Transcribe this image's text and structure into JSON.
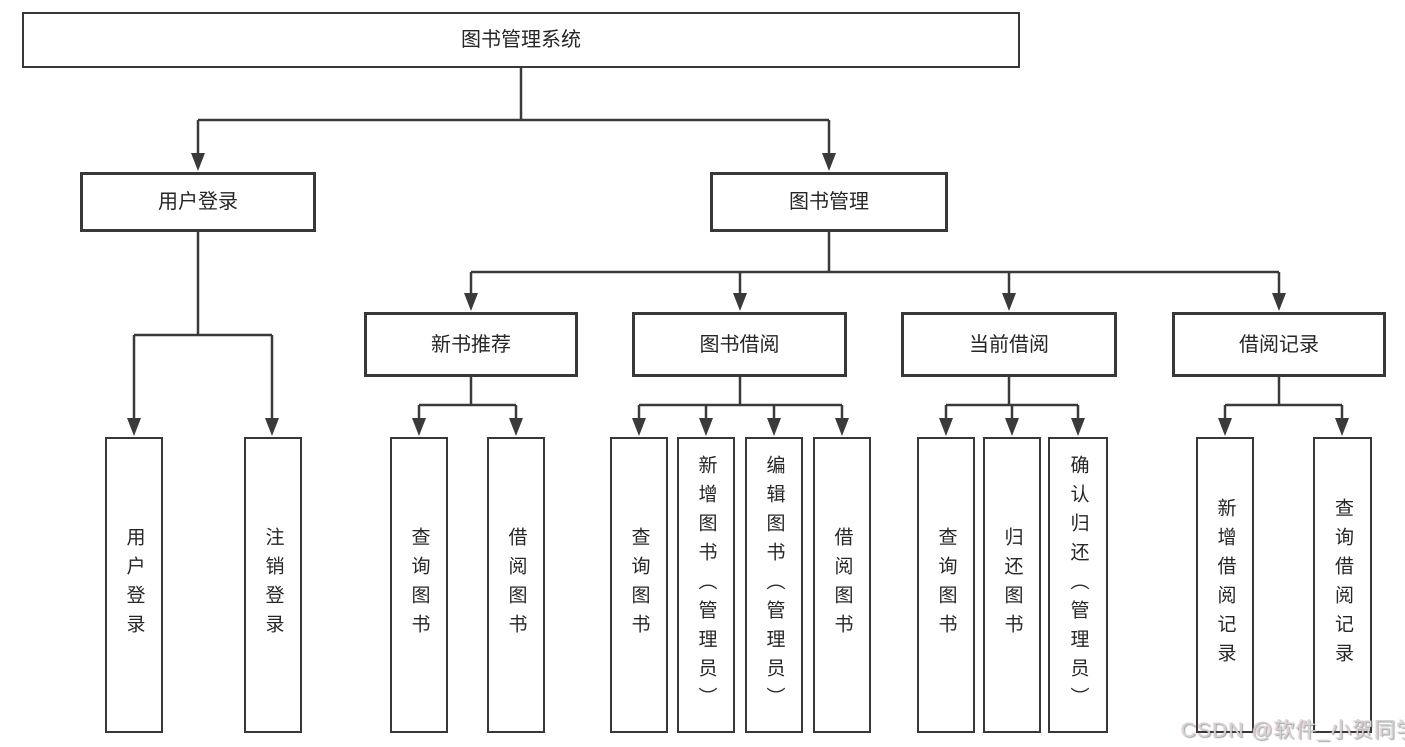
{
  "diagram": {
    "root": {
      "label": "图书管理系统"
    },
    "branches": [
      {
        "label": "用户登录",
        "children": [
          {
            "label": "用户登录"
          },
          {
            "label": "注销登录"
          }
        ]
      },
      {
        "label": "图书管理",
        "children": [
          {
            "label": "新书推荐",
            "children": [
              {
                "label": "查询图书"
              },
              {
                "label": "借阅图书"
              }
            ]
          },
          {
            "label": "图书借阅",
            "children": [
              {
                "label": "查询图书"
              },
              {
                "label": "新增图书（管理员）"
              },
              {
                "label": "编辑图书（管理员）"
              },
              {
                "label": "借阅图书"
              }
            ]
          },
          {
            "label": "当前借阅",
            "children": [
              {
                "label": "查询图书"
              },
              {
                "label": "归还图书"
              },
              {
                "label": "确认归还（管理员）"
              }
            ]
          },
          {
            "label": "借阅记录",
            "children": [
              {
                "label": "新增借阅记录"
              },
              {
                "label": "查询借阅记录"
              }
            ]
          }
        ]
      }
    ]
  },
  "watermark": {
    "text": "CSDN @软件_小贺同学"
  },
  "colors": {
    "line": "#3a3a3a",
    "box_border": "#383838",
    "box_fill": "#ffffff",
    "text": "#262626",
    "watermark": "#d3d3d3",
    "background": "#ffffff"
  }
}
